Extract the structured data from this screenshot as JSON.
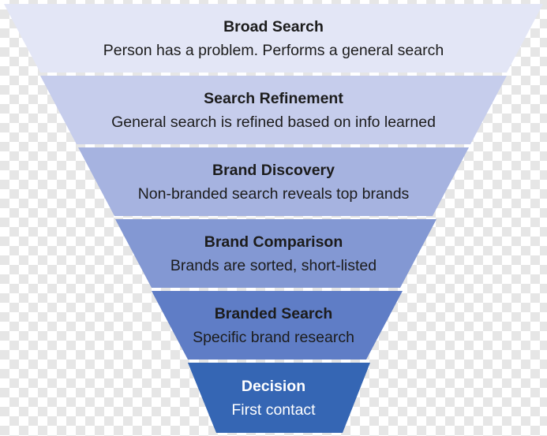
{
  "funnel": {
    "stages": [
      {
        "title": "Broad Search",
        "description": "Person has a problem. Performs a general search",
        "fill": "#e3e6f6",
        "text_color": "#1c1c1c"
      },
      {
        "title": "Search Refinement",
        "description": "General search is refined based on info learned",
        "fill": "#c6cdec",
        "text_color": "#1c1c1c"
      },
      {
        "title": "Brand Discovery",
        "description": "Non-branded search reveals top brands",
        "fill": "#a6b3e0",
        "text_color": "#1c1c1c"
      },
      {
        "title": "Brand Comparison",
        "description": "Brands are sorted, short-listed",
        "fill": "#8398d3",
        "text_color": "#1c1c1c"
      },
      {
        "title": "Branded Search",
        "description": "Specific brand research",
        "fill": "#5f7dc6",
        "text_color": "#1c1c1c"
      },
      {
        "title": "Decision",
        "description": "First contact",
        "fill": "#3566b4",
        "text_color": "#ffffff"
      }
    ]
  }
}
